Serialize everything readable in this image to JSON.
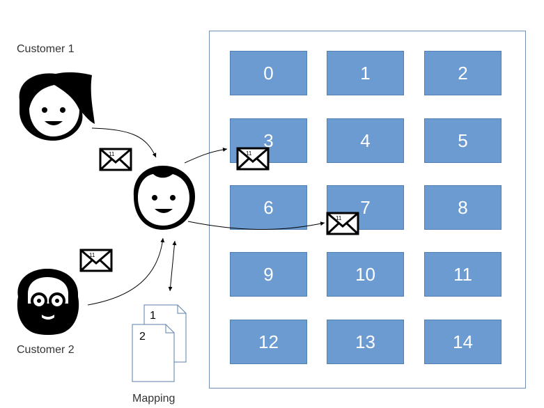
{
  "labels": {
    "customer1": "Customer 1",
    "customer2": "Customer 2",
    "mapping": "Mapping"
  },
  "cells": [
    "0",
    "1",
    "2",
    "3",
    "4",
    "5",
    "6",
    "7",
    "8",
    "9",
    "10",
    "11",
    "12",
    "13",
    "14"
  ],
  "mapping_pages": {
    "page1": "1",
    "page2": "2"
  },
  "envelope_badge": "11",
  "icons": {
    "customer1": "girl-face-icon",
    "customer2": "bearded-man-glasses-icon",
    "router": "boy-face-icon",
    "envelope": "envelope-icon",
    "document": "document-icon"
  },
  "colors": {
    "cell_fill": "#6c9bd1",
    "cell_text": "#ffffff"
  }
}
